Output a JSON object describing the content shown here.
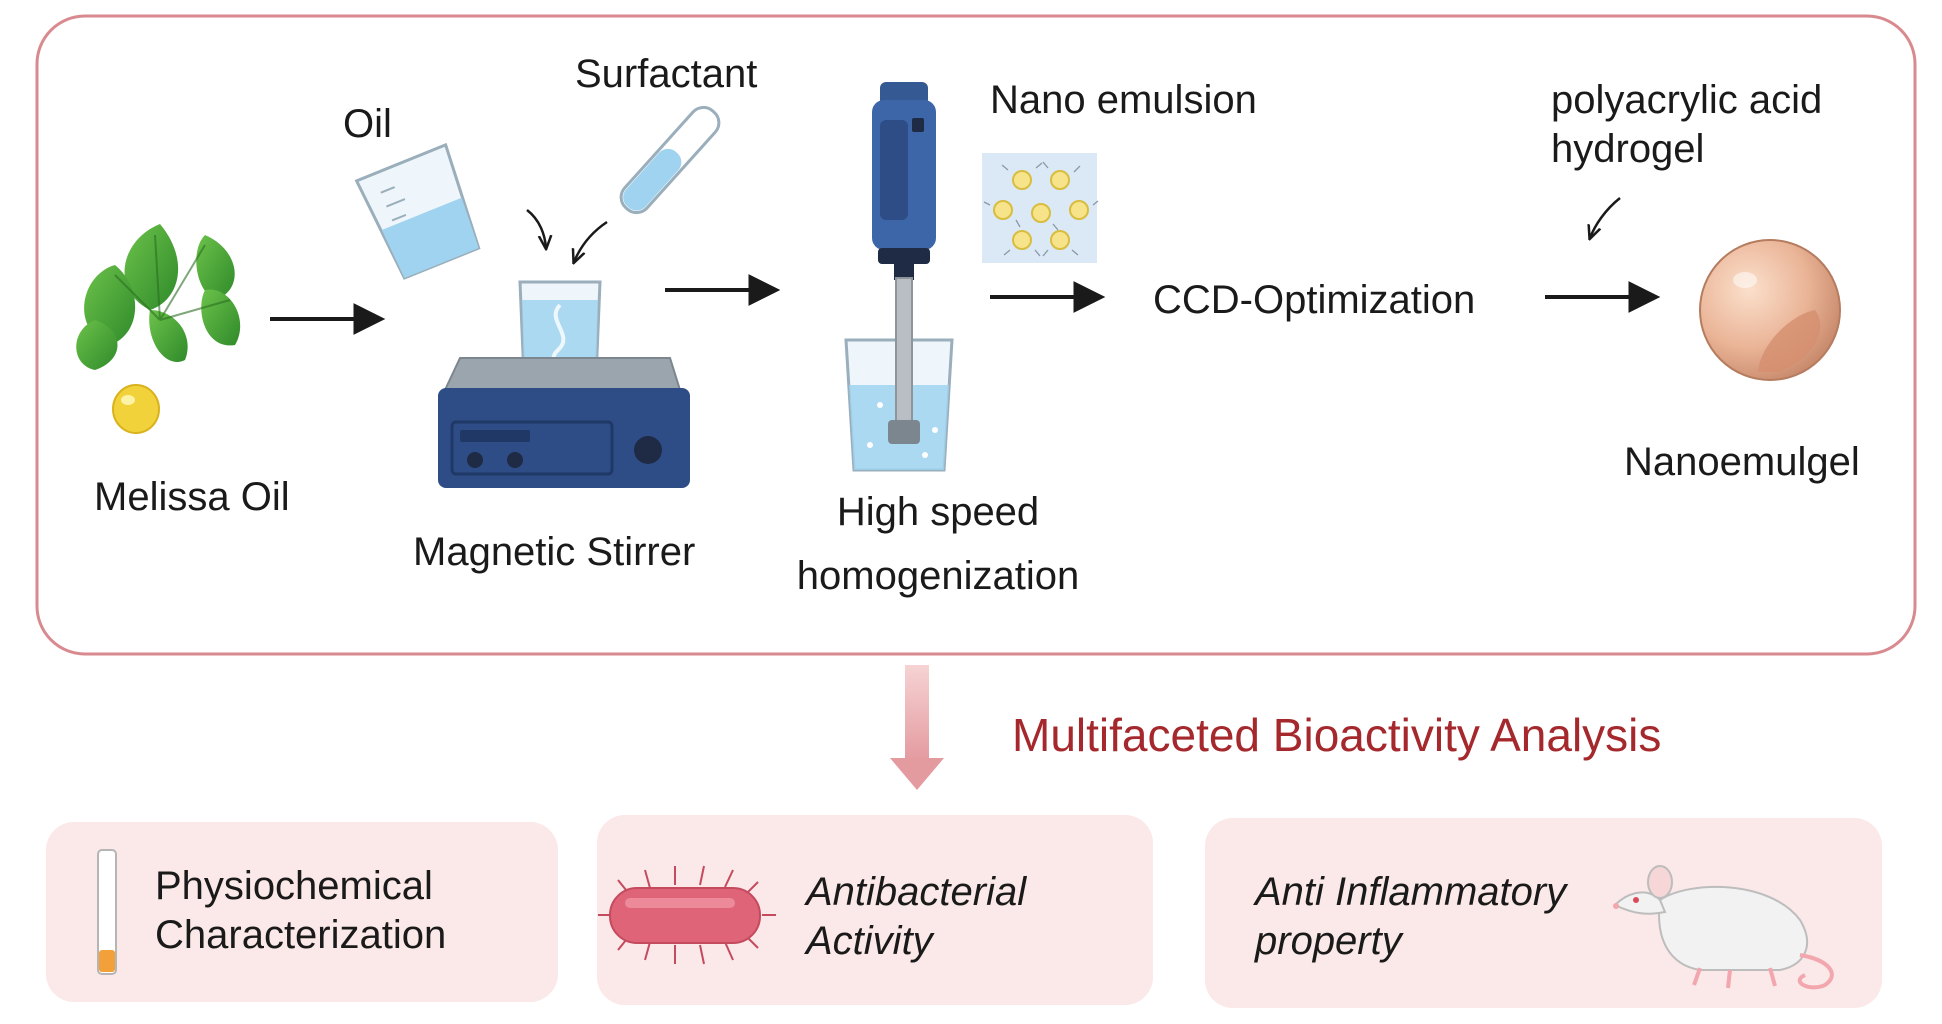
{
  "process": {
    "melissa_oil": "Melissa Oil",
    "oil": "Oil",
    "surfactant": "Surfactant",
    "magnetic_stirrer": "Magnetic Stirrer",
    "nano_emulsion": "Nano emulsion",
    "high_speed_homogenization": "High speed\nhomogenization",
    "ccd_optimization": "CCD-Optimization",
    "polyacrylic_acid_hydrogel": "polyacrylic acid\nhydrogel",
    "nanoemulgel": "Nanoemulgel"
  },
  "analysis": {
    "title": "Multifaceted Bioactivity Analysis",
    "cards": [
      {
        "label": "Physiochemical\nCharacterization"
      },
      {
        "label": "Antibacterial\nActivity"
      },
      {
        "label": "Anti Inflammatory\nproperty"
      }
    ]
  },
  "colors": {
    "frame_border": "#d98a8f",
    "card_fill": "#fbe8e8",
    "title_red": "#a5282c",
    "down_arrow": "#e8a7aa",
    "liquid_blue": "#9fd3ef",
    "device_blue": "#2e4d86"
  }
}
